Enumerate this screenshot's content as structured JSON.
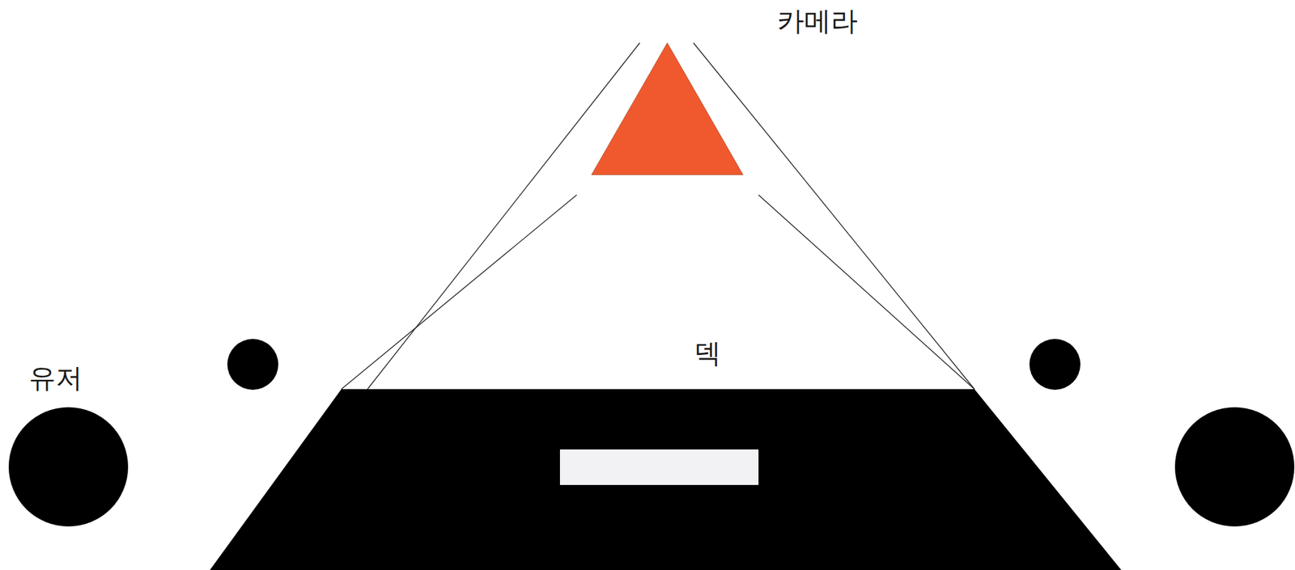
{
  "diagram": {
    "nodes": [
      {
        "text": [
          "카메라"
        ]
      },
      {
        "text": [
          "덱"
        ]
      },
      {
        "text": [
          "유저"
        ]
      }
    ]
  }
}
